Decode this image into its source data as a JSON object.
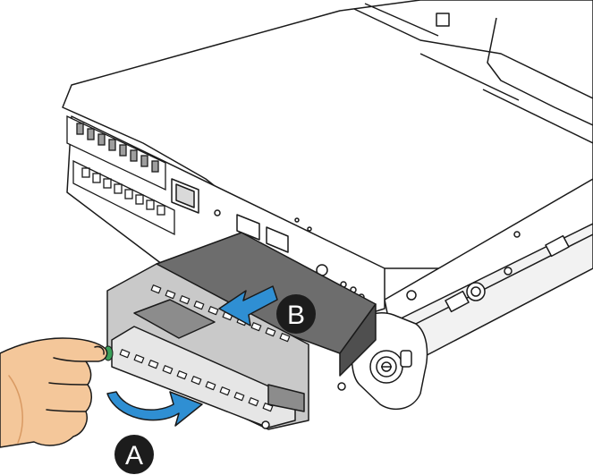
{
  "diagram": {
    "callouts": [
      {
        "id": "A",
        "label": "A",
        "action": "rotate-lever-open",
        "arrow_color": "#2f8fd3"
      },
      {
        "id": "B",
        "label": "B",
        "action": "slide-tray-out",
        "arrow_color": "#2f8fd3"
      }
    ],
    "colors": {
      "line": "#1a1a1a",
      "chassis_fill": "#ffffff",
      "tray_grey": "#6d6d6d",
      "tray_light": "#bfbfbf",
      "skin": "#f4c79a",
      "skin_shadow": "#d99a63",
      "arrow_blue": "#2f8fd3",
      "badge_fill": "#1c1c1c",
      "latch_green": "#3aa05a"
    }
  }
}
